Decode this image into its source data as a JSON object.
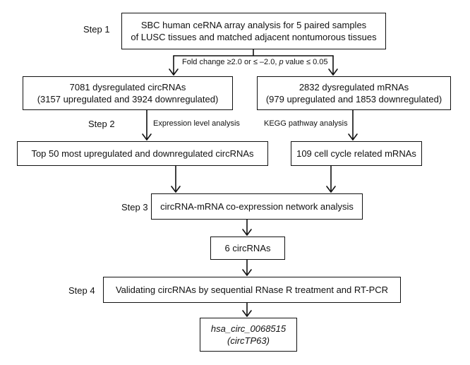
{
  "steps": {
    "s1": "Step 1",
    "s2": "Step 2",
    "s3": "Step 3",
    "s4": "Step 4"
  },
  "boxes": {
    "array_analysis": {
      "line1": "SBC human ceRNA array analysis for 5 paired samples",
      "line2": "of LUSC tissues and matched adjacent nontumorous tissues"
    },
    "circrnas_dysreg": {
      "line1": "7081 dysregulated circRNAs",
      "line2": "(3157 upregulated and 3924 downregulated)"
    },
    "mrnas_dysreg": {
      "line1": "2832 dysregulated mRNAs",
      "line2": "(979 upregulated and 1853 downregulated)"
    },
    "top50": {
      "line1": "Top 50 most upregulated and downregulated circRNAs"
    },
    "cell_cycle": {
      "line1": "109 cell cycle related mRNAs"
    },
    "network": {
      "line1": "circRNA-mRNA co-expression network analysis"
    },
    "six_circrnas": {
      "line1": "6 circRNAs"
    },
    "validating": {
      "line1": "Validating circRNAs by sequential RNase R treatment and RT-PCR"
    },
    "final": {
      "line1": "hsa_circ_0068515",
      "line2": "(circTP63)"
    }
  },
  "notes": {
    "fold_change": {
      "pre": "Fold change ≥2.0 or ≤ –2.0, ",
      "p": "p",
      "post": " value ≤ 0.05"
    },
    "expression": "Expression level analysis",
    "kegg": "KEGG pathway analysis"
  }
}
